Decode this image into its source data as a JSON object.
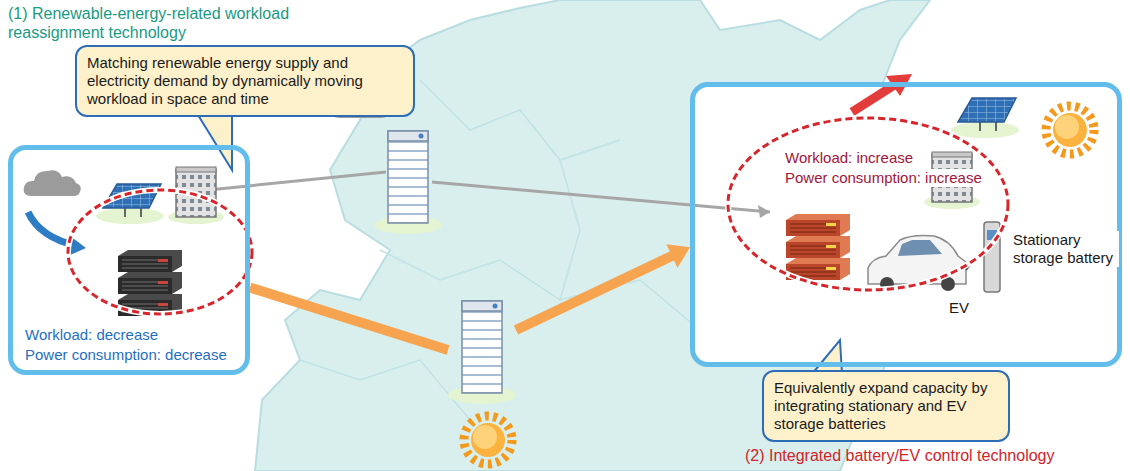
{
  "diagram": {
    "nodes": [
      {
        "text": [
          "Matching renewable energy supply and electricity demand by dynamically moving workload in space and time"
        ]
      },
      {
        "text": [
          "Workload: decrease",
          "Power consumption: decrease"
        ]
      },
      {
        "text": [
          "Workload: increase",
          "Power consumption: increase",
          "Stationary storage battery",
          "EV"
        ]
      },
      {
        "text": [
          "Equivalently expand capacity by integrating stationary and EV storage batteries"
        ]
      }
    ],
    "edges": [
      {
        "from": 1,
        "to": 2,
        "arrow": "to"
      }
    ],
    "labels": [
      "(1) Renewable-energy-related workload reassignment technology",
      "(2) Integrated battery/EV control technology"
    ]
  }
}
